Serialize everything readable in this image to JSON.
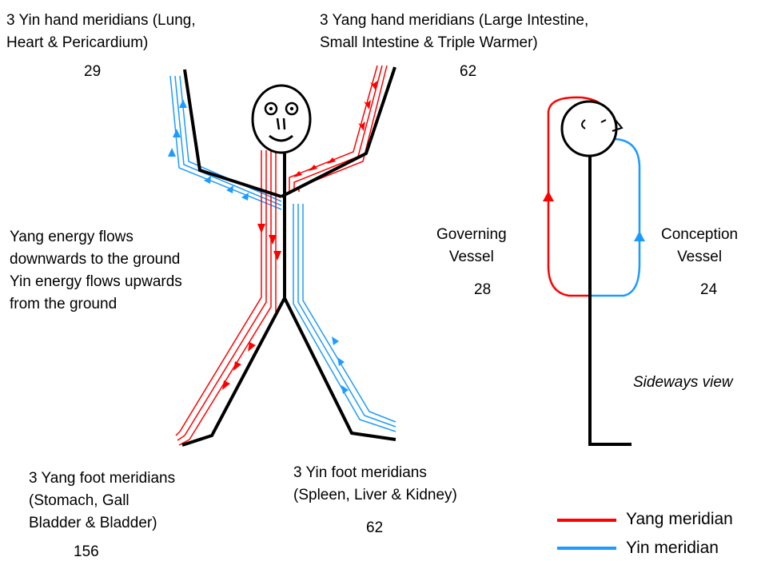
{
  "labels": {
    "yin_hand": "3 Yin hand meridians (Lung,\nHeart & Pericardium)",
    "yin_hand_count": "29",
    "yang_hand": "3 Yang hand meridians (Large Intestine,\nSmall Intestine & Triple Warmer)",
    "yang_hand_count": "62",
    "energy_flow": "Yang energy flows\ndownwards to the ground\nYin energy flows upwards\nfrom the ground",
    "governing": "Governing\nVessel",
    "governing_count": "28",
    "conception": "Conception\nVessel",
    "conception_count": "24",
    "sideways": "Sideways view",
    "yang_foot": "3 Yang foot meridians\n(Stomach, Gall\nBladder & Bladder)",
    "yang_foot_count": "156",
    "yin_foot": "3 Yin foot meridians\n(Spleen, Liver & Kidney)",
    "yin_foot_count": "62"
  },
  "legend": [
    {
      "label": "Yang meridian",
      "color": "#ff0000"
    },
    {
      "label": "Yin meridian",
      "color": "#1e9bff"
    }
  ],
  "colors": {
    "yang": "#ff0000",
    "yin": "#1e9bff",
    "body": "#000000"
  }
}
